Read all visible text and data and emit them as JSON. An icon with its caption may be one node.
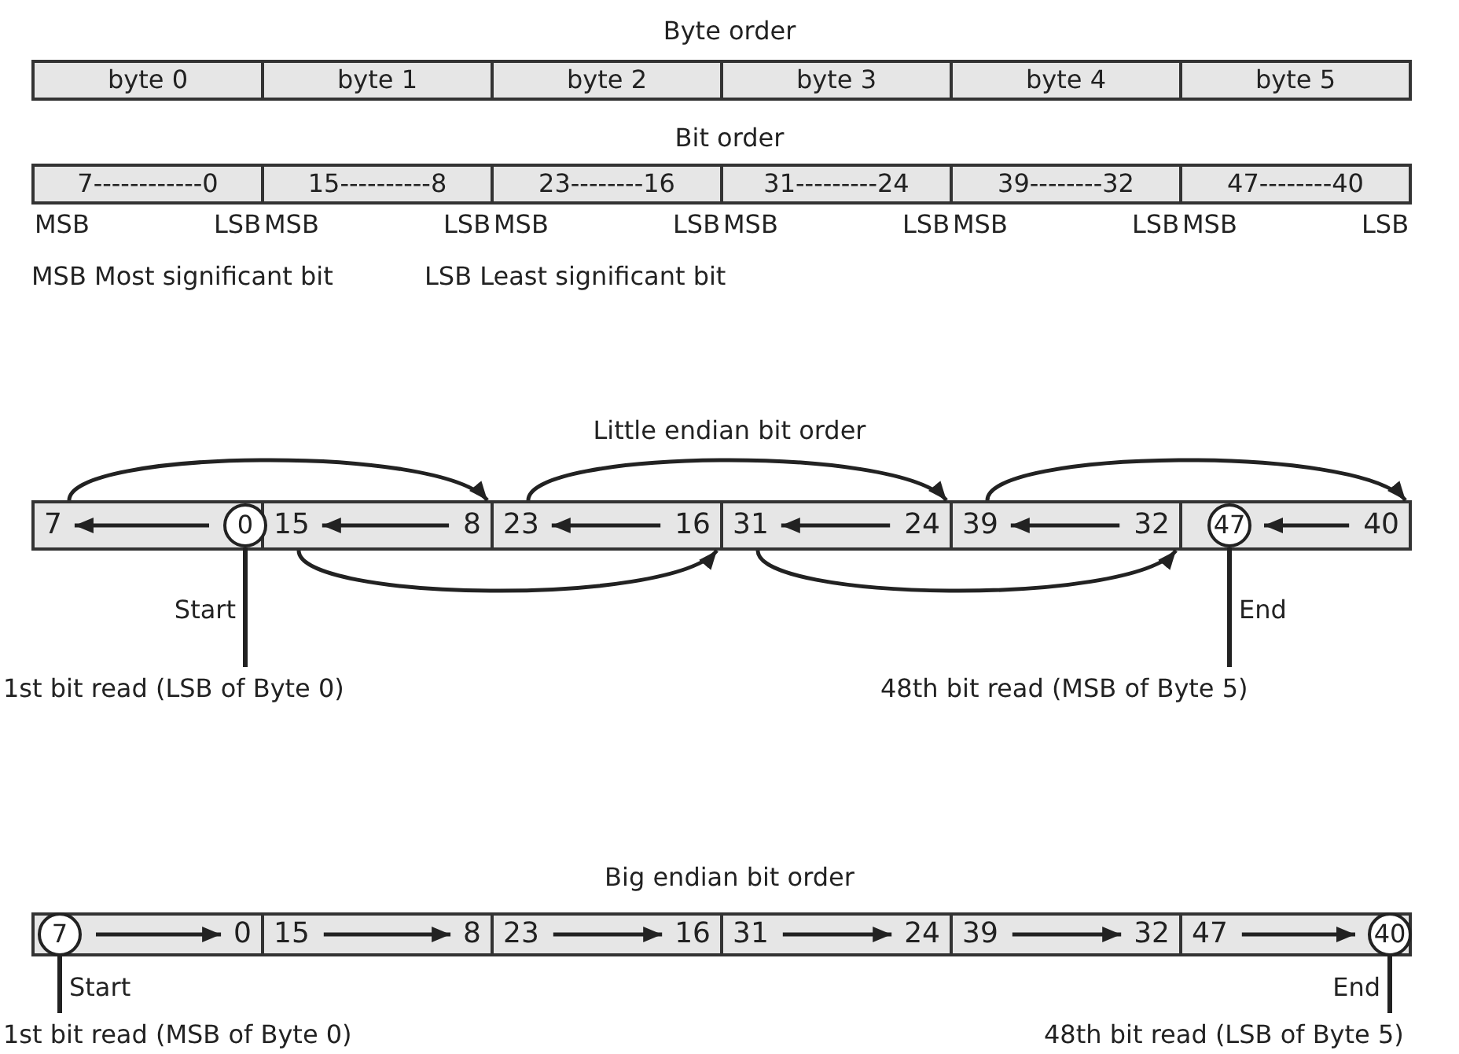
{
  "diagram": {
    "nodes": [
      {
        "text": [
          "byte 0"
        ]
      },
      {
        "text": [
          "byte 1"
        ]
      },
      {
        "text": [
          "byte 2"
        ]
      },
      {
        "text": [
          "byte 3"
        ]
      },
      {
        "text": [
          "byte 4"
        ]
      },
      {
        "text": [
          "byte 5"
        ]
      },
      {
        "text": [
          "7------------0"
        ]
      },
      {
        "text": [
          "15----------8"
        ]
      },
      {
        "text": [
          "23--------16"
        ]
      },
      {
        "text": [
          "31---------24"
        ]
      },
      {
        "text": [
          "39--------32"
        ]
      },
      {
        "text": [
          "47--------40"
        ]
      },
      {
        "text": [
          "7"
        ]
      },
      {
        "text": [
          "0"
        ],
        "in": 12
      },
      {
        "text": [
          "15",
          "8"
        ]
      },
      {
        "text": [
          "23",
          "16"
        ]
      },
      {
        "text": [
          "31",
          "24"
        ]
      },
      {
        "text": [
          "39",
          "32"
        ]
      },
      {
        "text": [
          "40"
        ]
      },
      {
        "text": [
          "47"
        ],
        "in": 18
      },
      {
        "text": [
          "1st bit read (LSB of Byte 0)"
        ]
      },
      {
        "text": [
          "48th bit read (MSB of Byte 5)"
        ]
      },
      {
        "text": [
          "0"
        ]
      },
      {
        "text": [
          "7"
        ],
        "in": 22
      },
      {
        "text": [
          "15",
          "8"
        ]
      },
      {
        "text": [
          "23",
          "16"
        ]
      },
      {
        "text": [
          "31",
          "24"
        ]
      },
      {
        "text": [
          "39",
          "32"
        ]
      },
      {
        "text": [
          "47"
        ]
      },
      {
        "text": [
          "40"
        ],
        "in": 28
      },
      {
        "text": [
          "1st bit read (MSB of Byte 0)"
        ]
      },
      {
        "text": [
          "48th bit read (LSB of Byte 5)"
        ]
      }
    ],
    "edges": [
      {
        "from": 12,
        "to": 14,
        "arrow": "to"
      },
      {
        "from": 14,
        "to": 15,
        "arrow": "to"
      },
      {
        "from": 15,
        "to": 16,
        "arrow": "to"
      },
      {
        "from": 16,
        "to": 17,
        "arrow": "to"
      },
      {
        "from": 17,
        "to": 18,
        "arrow": "to"
      },
      {
        "from": 13,
        "to": 20,
        "arrow": "none",
        "label": "Start"
      },
      {
        "from": 19,
        "to": 21,
        "arrow": "none",
        "label": "End"
      },
      {
        "from": 23,
        "to": 30,
        "arrow": "none",
        "label": "Start"
      },
      {
        "from": 29,
        "to": 31,
        "arrow": "none",
        "label": "End"
      }
    ],
    "labels": [
      "Byte order",
      "Bit order",
      "MSB",
      "LSB",
      "MSB",
      "LSB",
      "MSB",
      "LSB",
      "MSB",
      "LSB",
      "MSB",
      "LSB",
      "MSB",
      "LSB",
      "MSB Most significant bit",
      "LSB Least significant bit",
      "Little endian bit order",
      "Big endian bit order"
    ]
  }
}
